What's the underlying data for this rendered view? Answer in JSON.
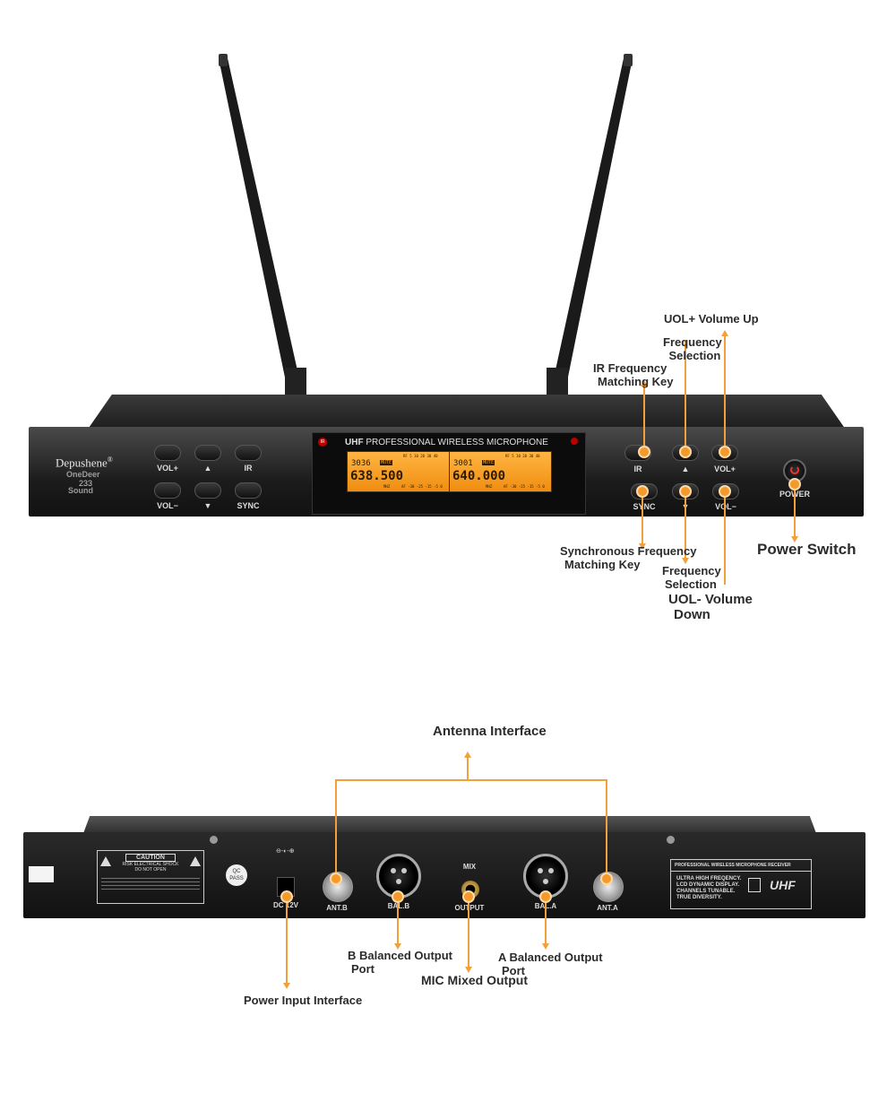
{
  "front": {
    "brand": "Depushene",
    "brand_mark": "®",
    "model": "233",
    "watermark_line1": "OneDeer",
    "watermark_line2": "Sound",
    "lcd_title_bold": "UHF",
    "lcd_title": "PROFESSIONAL WIRELESS MICROPHONE",
    "ir_mark": "IR",
    "left_buttons": [
      "VOL+",
      "▲",
      "IR",
      "VOL−",
      "▼",
      "SYNC"
    ],
    "right_buttons": [
      "IR",
      "▲",
      "VOL+",
      "SYNC",
      "▼",
      "VOL−"
    ],
    "power_label": "POWER",
    "lcd_a": {
      "channel": "3036",
      "freq": "638.500",
      "unit": "MHZ",
      "badge": "MUTE"
    },
    "lcd_b": {
      "channel": "3001",
      "freq": "640.000",
      "unit": "MHZ",
      "badge": "MUTE"
    },
    "lcd_scale_top": "RF 5 10 20 30 40",
    "lcd_scale_bottom": "AF -30 -25 -15 -5 0"
  },
  "front_annotations": {
    "vol_up": "UOL+ Volume Up",
    "freq_select_up_1": "Frequency",
    "freq_select_up_2": "Selection",
    "ir_key_1": "IR Frequency",
    "ir_key_2": "Matching Key",
    "sync_key_1": "Synchronous Frequency",
    "sync_key_2": "Matching Key",
    "freq_select_down_1": "Frequency",
    "freq_select_down_2": "Selection",
    "vol_down_1": "UOL- Volume",
    "vol_down_2": "Down",
    "power_switch": "Power Switch"
  },
  "rear": {
    "caution_title": "CAUTION",
    "caution_line1": "RISK ELECTRICAL SHOCK",
    "caution_line2": "DO NOT OPEN",
    "qc_1": "QC",
    "qc_2": "PASS",
    "dc_label": "DC 12V",
    "antb_label": "ANT.B",
    "balb_label": "BAL.B",
    "mix_label": "MIX",
    "output_label": "OUTPUT",
    "bala_label": "BAL.A",
    "anta_label": "ANT.A",
    "plate_title": "PROFESSIONAL WIRELESS MICROPHONE RECEIVER",
    "plate_lines": [
      "ULTRA HIGH FREQENCY.",
      "LCD DYNAMIC DISPLAY.",
      "CHANNELS TUNABLE.",
      "TRUE DIVERSITY."
    ],
    "plate_badge": "UHF"
  },
  "rear_annotations": {
    "antenna": "Antenna Interface",
    "b_output_1": "B Balanced Output",
    "b_output_2": "Port",
    "a_output_1": "A Balanced Output",
    "a_output_2": "Port",
    "mic_mixed": "MIC Mixed Output",
    "power_input": "Power Input Interface"
  },
  "colors": {
    "accent": "#f2a03a",
    "lcd": "#f5a02a",
    "chassis": "#1e1e1e",
    "label": "#2b2b2b"
  }
}
